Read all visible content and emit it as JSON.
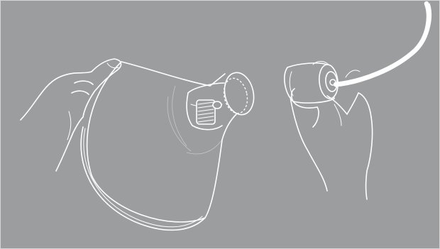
{
  "illustration": {
    "background_color": "#9c9d9f",
    "line_color": "#ffffff",
    "border_color": "#d6d6d6",
    "subjects": [
      "lamp-shade",
      "bulb-socket",
      "threaded-lamp-socket",
      "power-cord"
    ]
  }
}
